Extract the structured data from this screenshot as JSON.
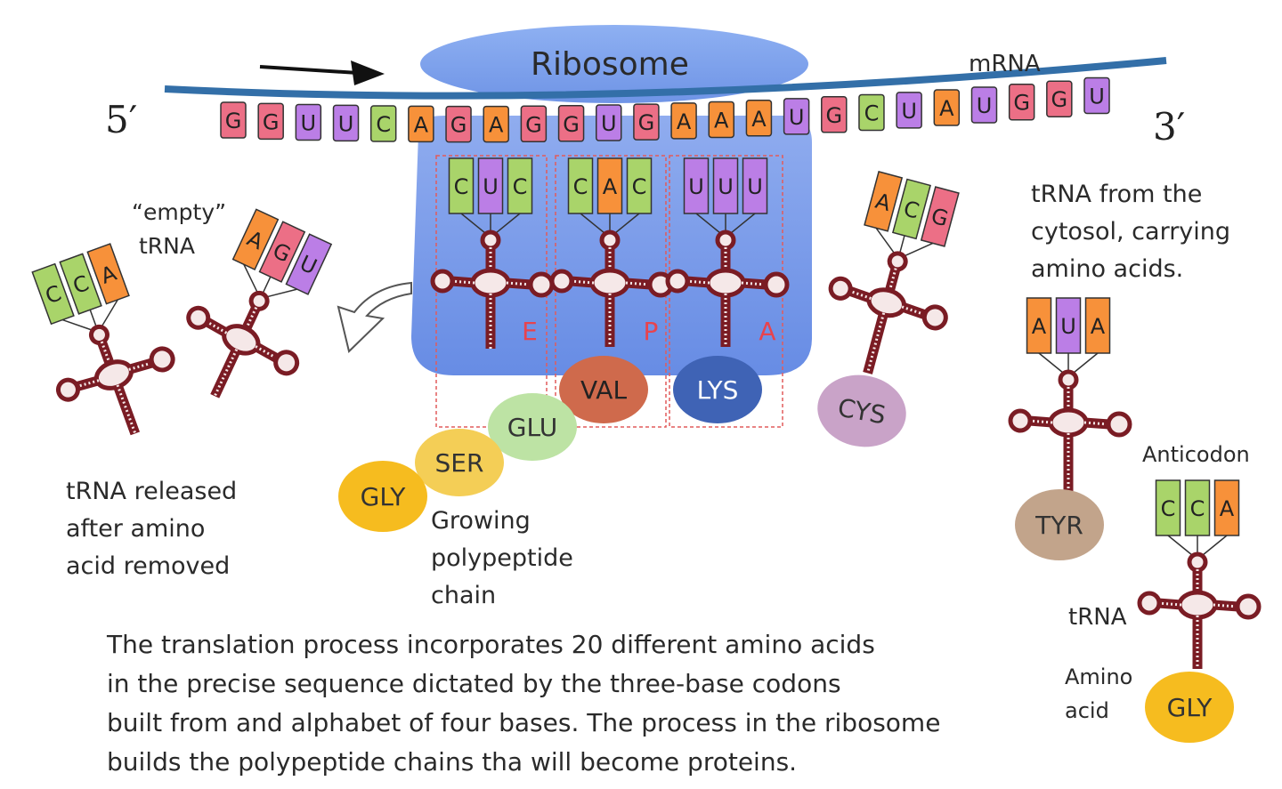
{
  "diagram": {
    "ribosome_label": "Ribosome",
    "mrna_label": "mRNA",
    "five_prime": "5′",
    "three_prime": "3′",
    "mrna_sequence": [
      "G",
      "G",
      "U",
      "U",
      "C",
      "A",
      "G",
      "A",
      "G",
      "G",
      "U",
      "G",
      "A",
      "A",
      "A",
      "U",
      "G",
      "C",
      "U",
      "A",
      "U",
      "G",
      "G",
      "U"
    ],
    "site_labels": [
      "E",
      "P",
      "A"
    ],
    "labels": {
      "empty_trna": [
        "“empty”",
        "tRNA"
      ],
      "released": [
        "tRNA released",
        "after amino",
        "acid removed"
      ],
      "growing_chain": [
        "Growing",
        "polypeptide",
        "chain"
      ],
      "cytosol": [
        "tRNA from the",
        "cytosol, carrying",
        "amino acids."
      ],
      "anticodon": "Anticodon",
      "trna": "tRNA",
      "amino_acid": [
        "Amino",
        "acid"
      ]
    },
    "trnas": [
      {
        "id": "released-cca",
        "bases": [
          "C",
          "C",
          "A"
        ],
        "amino": null
      },
      {
        "id": "empty-agu",
        "bases": [
          "A",
          "G",
          "U"
        ],
        "amino": null
      },
      {
        "id": "site-e",
        "bases": [
          "C",
          "U",
          "C"
        ],
        "amino": null
      },
      {
        "id": "site-p",
        "bases": [
          "C",
          "A",
          "C"
        ],
        "amino": "VAL"
      },
      {
        "id": "site-a",
        "bases": [
          "U",
          "U",
          "U"
        ],
        "amino": "LYS"
      },
      {
        "id": "incoming-acg",
        "bases": [
          "A",
          "C",
          "G"
        ],
        "amino": "CYS"
      },
      {
        "id": "cytosol-aua",
        "bases": [
          "A",
          "U",
          "A"
        ],
        "amino": "TYR"
      },
      {
        "id": "legend-cca",
        "bases": [
          "C",
          "C",
          "A"
        ],
        "amino": "GLY"
      }
    ],
    "chain": [
      "GLU",
      "SER",
      "GLY"
    ],
    "base_colors": {
      "G": "#ec6f86",
      "U": "#bb7ee6",
      "C": "#a9d46a",
      "A": "#f7913a"
    },
    "amino_colors": {
      "VAL": "#cf6a4c",
      "LYS": "#3f63b5",
      "CYS": "#c9a3c8",
      "TYR": "#c2a48b",
      "GLY": "#f6bc1f",
      "SER": "#f4ce56",
      "GLU": "#bde3a4"
    }
  },
  "caption": [
    "The translation process incorporates 20 different amino acids",
    "in the precise sequence dictated by the three-base codons",
    "built from and alphabet of four bases. The process in the ribosome",
    "builds the polypeptide chains tha will become proteins."
  ]
}
